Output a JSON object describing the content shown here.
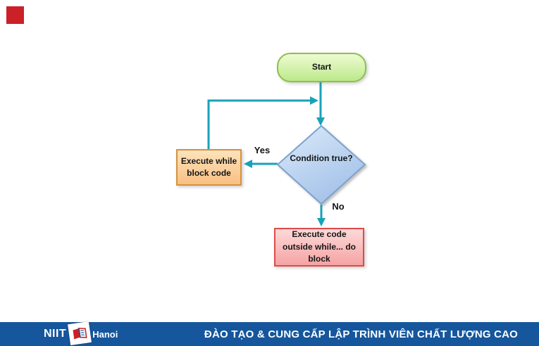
{
  "flowchart": {
    "title_hint": "while-loop flow diagram",
    "start": {
      "label": "Start"
    },
    "condition": {
      "label": "Condition true?"
    },
    "yes_branch": {
      "label": "Yes",
      "node": "Execute while block code"
    },
    "no_branch": {
      "label": "No",
      "node": "Execute code outside while... do block"
    }
  },
  "footer": {
    "brand": "NIIT",
    "brand_suffix": "Hanoi",
    "slogan": "ĐÀO TẠO & CUNG CẤP LẬP TRÌNH VIÊN CHẤT LƯỢNG CAO"
  },
  "theme": {
    "red_square": "#cb2027",
    "connector": "#18a2b9",
    "banner_bg": "#15569d",
    "start_fill_top": "#eefbd3",
    "start_fill_bottom": "#bce98a",
    "start_border": "#8ec04c",
    "diamond_fill_top": "#dcebfa",
    "diamond_fill_bottom": "#a3c1e8",
    "diamond_border": "#7ea2cd",
    "while_fill_top": "#fde3bc",
    "while_fill_bottom": "#f8c083",
    "while_border": "#d6913f",
    "outside_fill_top": "#fdd9d9",
    "outside_fill_bottom": "#f5a3a3",
    "outside_border": "#de4b4b",
    "book_red": "#cb2027",
    "book_blue": "#15569d"
  }
}
